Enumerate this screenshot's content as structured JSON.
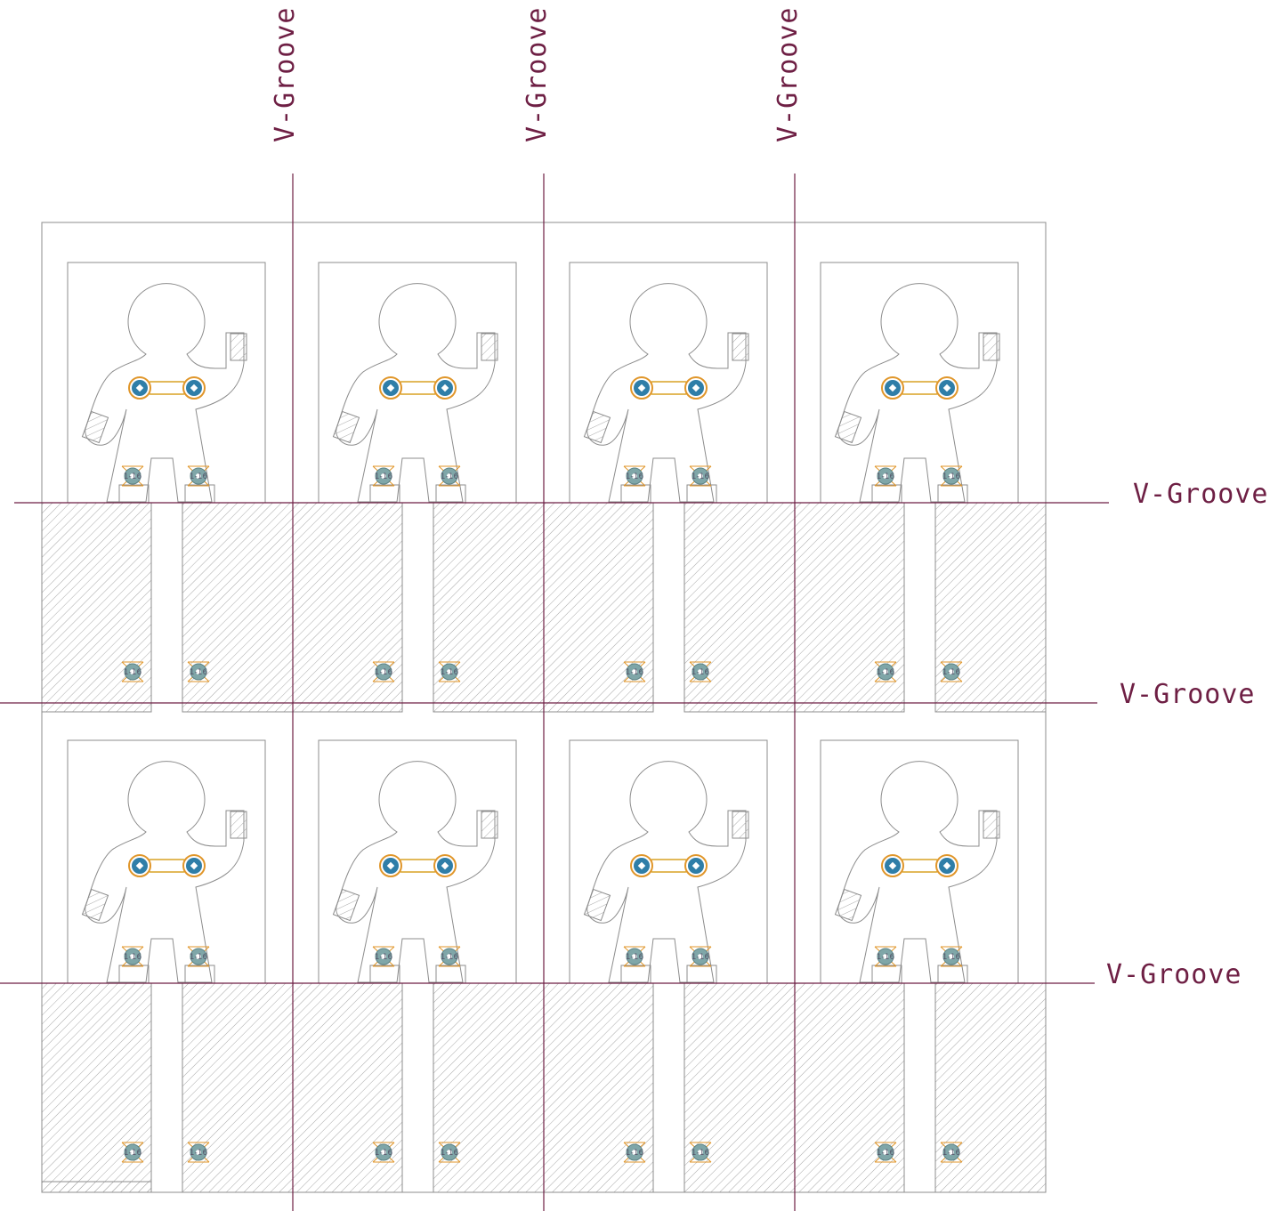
{
  "groove_label": "V-Groove",
  "via_label": "1-16",
  "panel": {
    "columns": 4,
    "rows": 2,
    "vertical_groove_count": 3,
    "horizontal_groove_count": 3
  },
  "colors": {
    "background": "#ffffff",
    "outline": "#8c8c8c",
    "groove": "#6e1f44",
    "hatch": "#9a9a9a",
    "pad_ring": "#e0962a",
    "pad_fill": "#2f7ea8",
    "pad_center": "#ffffff",
    "via_fill": "#7fa6a8",
    "trace": "#d9a223"
  },
  "icons": {
    "pad": "through-hole-pad-icon",
    "via": "via-marker-icon",
    "silhouette": "figure-outline-icon"
  }
}
